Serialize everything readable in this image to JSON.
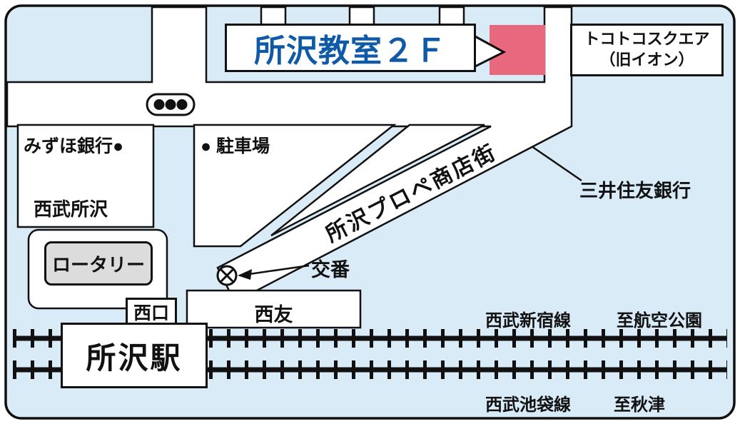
{
  "colors": {
    "background": "#d8ebf7",
    "road_fill": "#ffffff",
    "outline": "#111111",
    "target_building": "#e8697d",
    "title_text": "#0e5aa7",
    "rotary_fill": "#dcdcdc"
  },
  "title": {
    "classroom": "所沢教室２Ｆ"
  },
  "places": {
    "tokotoko_square_line1": "トコトコスクエア",
    "tokotoko_square_line2": "（旧イオン）",
    "mizuho_bank": "みずほ銀行●",
    "seibu_tokorozawa": "西武所沢",
    "parking": "● 駐車場",
    "prope_street": "所沢プロペ商店街",
    "smbc_bank": "三井住友銀行",
    "rotary": "ロータリー",
    "police_box": "交番",
    "west_exit": "西口",
    "seiyu": "西友",
    "station": "所沢駅"
  },
  "railways": {
    "shinjuku_line": "西武新宿線",
    "shinjuku_direction": "至航空公園",
    "ikebukuro_line": "西武池袋線",
    "ikebukuro_direction": "至秋津"
  },
  "icons": {
    "traffic_light": "three-lights-signal",
    "police_box_mark": "circle-with-x",
    "target_marker": "pink-building-block"
  }
}
